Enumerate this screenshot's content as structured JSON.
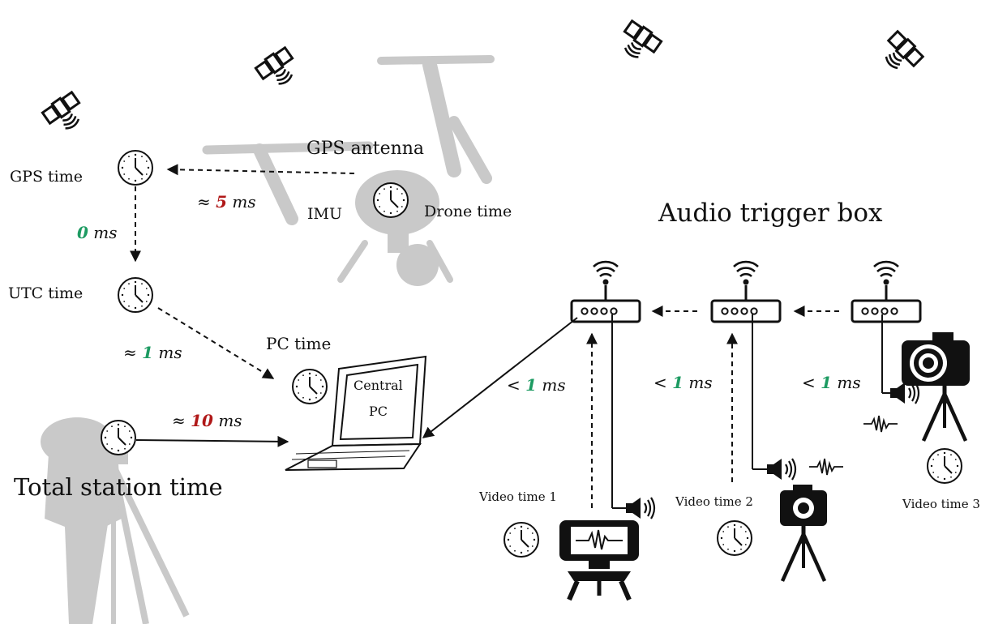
{
  "labels": {
    "gps_antenna": "GPS antenna",
    "gps_time": "GPS time",
    "imu": "IMU",
    "drone_time": "Drone time",
    "utc_time": "UTC time",
    "pc_time": "PC time",
    "central_pc_line1": "Central",
    "central_pc_line2": "PC",
    "total_station_time": "Total station time",
    "audio_trigger_box": "Audio trigger box",
    "video_time_1": "Video time 1",
    "video_time_2": "Video time 2",
    "video_time_3": "Video time 3"
  },
  "latencies": {
    "gps_to_drone": {
      "symbol": "≈",
      "value": "5",
      "unit": "ms"
    },
    "gps_to_utc": {
      "symbol": "",
      "value": "0",
      "unit": "ms"
    },
    "utc_to_pc": {
      "symbol": "≈",
      "value": "1",
      "unit": "ms"
    },
    "total_station_to_pc": {
      "symbol": "≈",
      "value": "10",
      "unit": "ms"
    },
    "box1_to_pc": {
      "symbol": "<",
      "value": "1",
      "unit": "ms"
    },
    "box2_to_box1": {
      "symbol": "<",
      "value": "1",
      "unit": "ms"
    },
    "box3_to_box2": {
      "symbol": "<",
      "value": "1",
      "unit": "ms"
    }
  },
  "colors": {
    "good_latency": "#1d9b62",
    "bad_latency": "#b01818",
    "watermark": "#c9c9c9",
    "ink": "#111111"
  }
}
